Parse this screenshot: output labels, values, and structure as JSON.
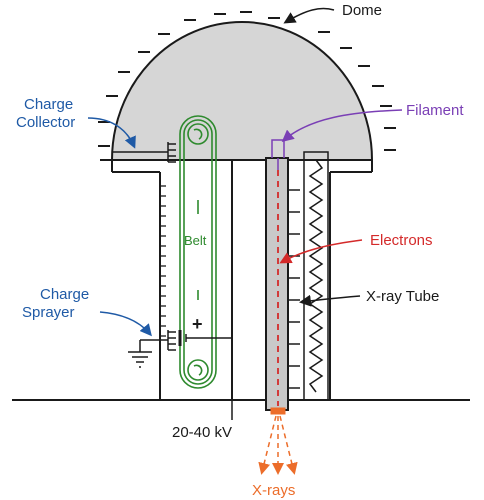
{
  "labels": {
    "dome": "Dome",
    "filament": "Filament",
    "charge_collector_line1": "Charge",
    "charge_collector_line2": "Collector",
    "belt": "Belt",
    "electrons": "Electrons",
    "xray_tube": "X-ray Tube",
    "charge_sprayer_line1": "Charge",
    "charge_sprayer_line2": "Sprayer",
    "plus_sign": "+",
    "voltage": "20-40 kV",
    "xrays": "X-rays"
  },
  "colors": {
    "outline": "#1a1a1a",
    "dome_fill": "#d6d6d6",
    "tube_fill": "#c9c9c9",
    "blue": "#1f5aa6",
    "purple": "#7a3fb5",
    "red": "#d42a2a",
    "orange": "#ec6d2a",
    "green": "#2e8a2e"
  }
}
